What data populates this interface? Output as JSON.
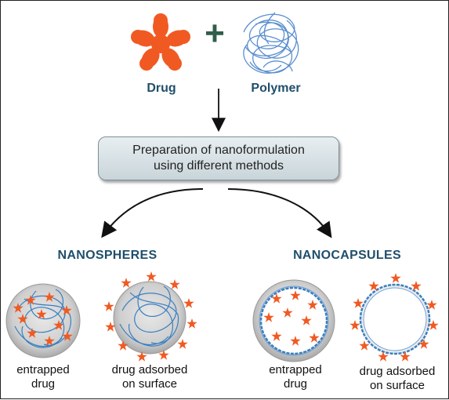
{
  "top": {
    "drug_label": "Drug",
    "polymer_label": "Polymer",
    "plus_sign": "+"
  },
  "process": {
    "line1": "Preparation of nanoformulation",
    "line2": "using different methods"
  },
  "nanospheres": {
    "title": "NANOSPHERES",
    "entrapped": {
      "line1": "entrapped",
      "line2": "drug"
    },
    "adsorbed": {
      "line1": "drug adsorbed",
      "line2": "on surface"
    }
  },
  "nanocapsules": {
    "title": "NANOCAPSULES",
    "entrapped": {
      "line1": "entrapped",
      "line2": "drug"
    },
    "adsorbed": {
      "line1": "drug adsorbed",
      "line2": "on surface"
    }
  },
  "colors": {
    "drug": "#f05a22",
    "polymer": "#3a7fc0",
    "title_text": "#1f4e6b",
    "plus": "#2f5e4a",
    "sphere_fill": "#d0d0d0"
  }
}
